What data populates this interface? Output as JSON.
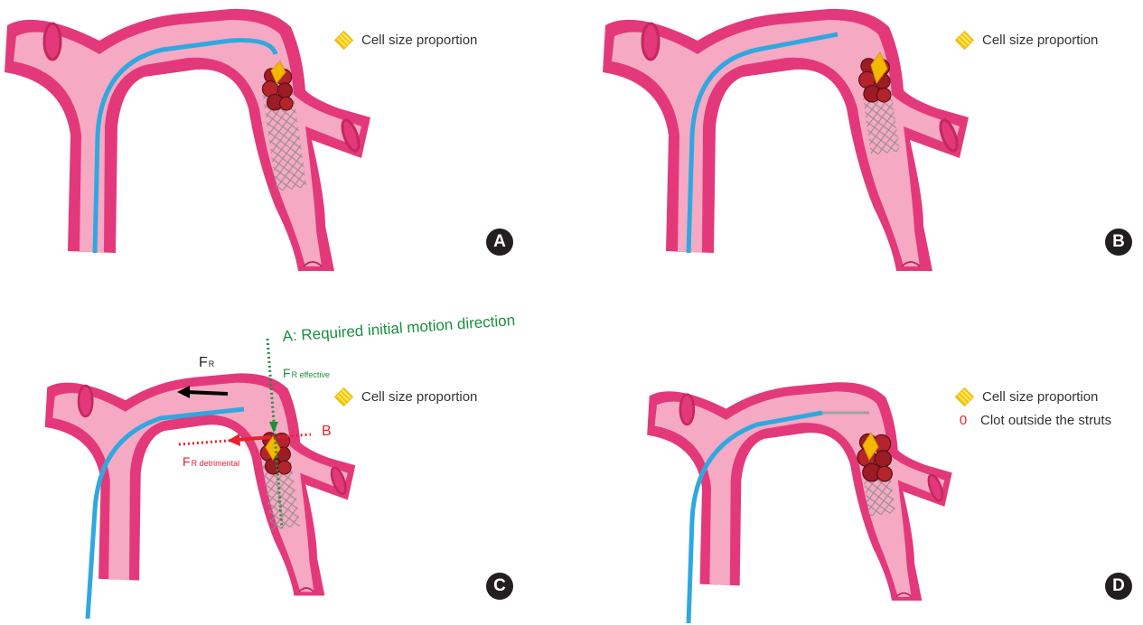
{
  "panels": [
    {
      "label": "A",
      "legend": [
        "Cell size proportion"
      ]
    },
    {
      "label": "B",
      "legend": [
        "Cell size proportion"
      ]
    },
    {
      "label": "C",
      "legend": [
        "Cell size proportion"
      ]
    },
    {
      "label": "D",
      "legend": [
        "Cell size proportion",
        "Clot outside the struts"
      ],
      "zero_marker": "0"
    }
  ],
  "forces": {
    "fr_main": "F",
    "fr_main_sub": "R",
    "fr_effective": "F",
    "fr_effective_sub": "R effective",
    "fr_detrimental": "F",
    "fr_detrimental_sub": "R detrimental",
    "direction_a": "A: Required initial motion direction",
    "direction_b": "B"
  },
  "colors": {
    "vessel_wall": "#e3397a",
    "vessel_lumen": "#f6a9c3",
    "catheter": "#2fa8e0",
    "clot": "#9b1c24",
    "cell_marker": "#f5b800",
    "arrow_green": "#1a8f3e",
    "arrow_red": "#e4232b"
  }
}
